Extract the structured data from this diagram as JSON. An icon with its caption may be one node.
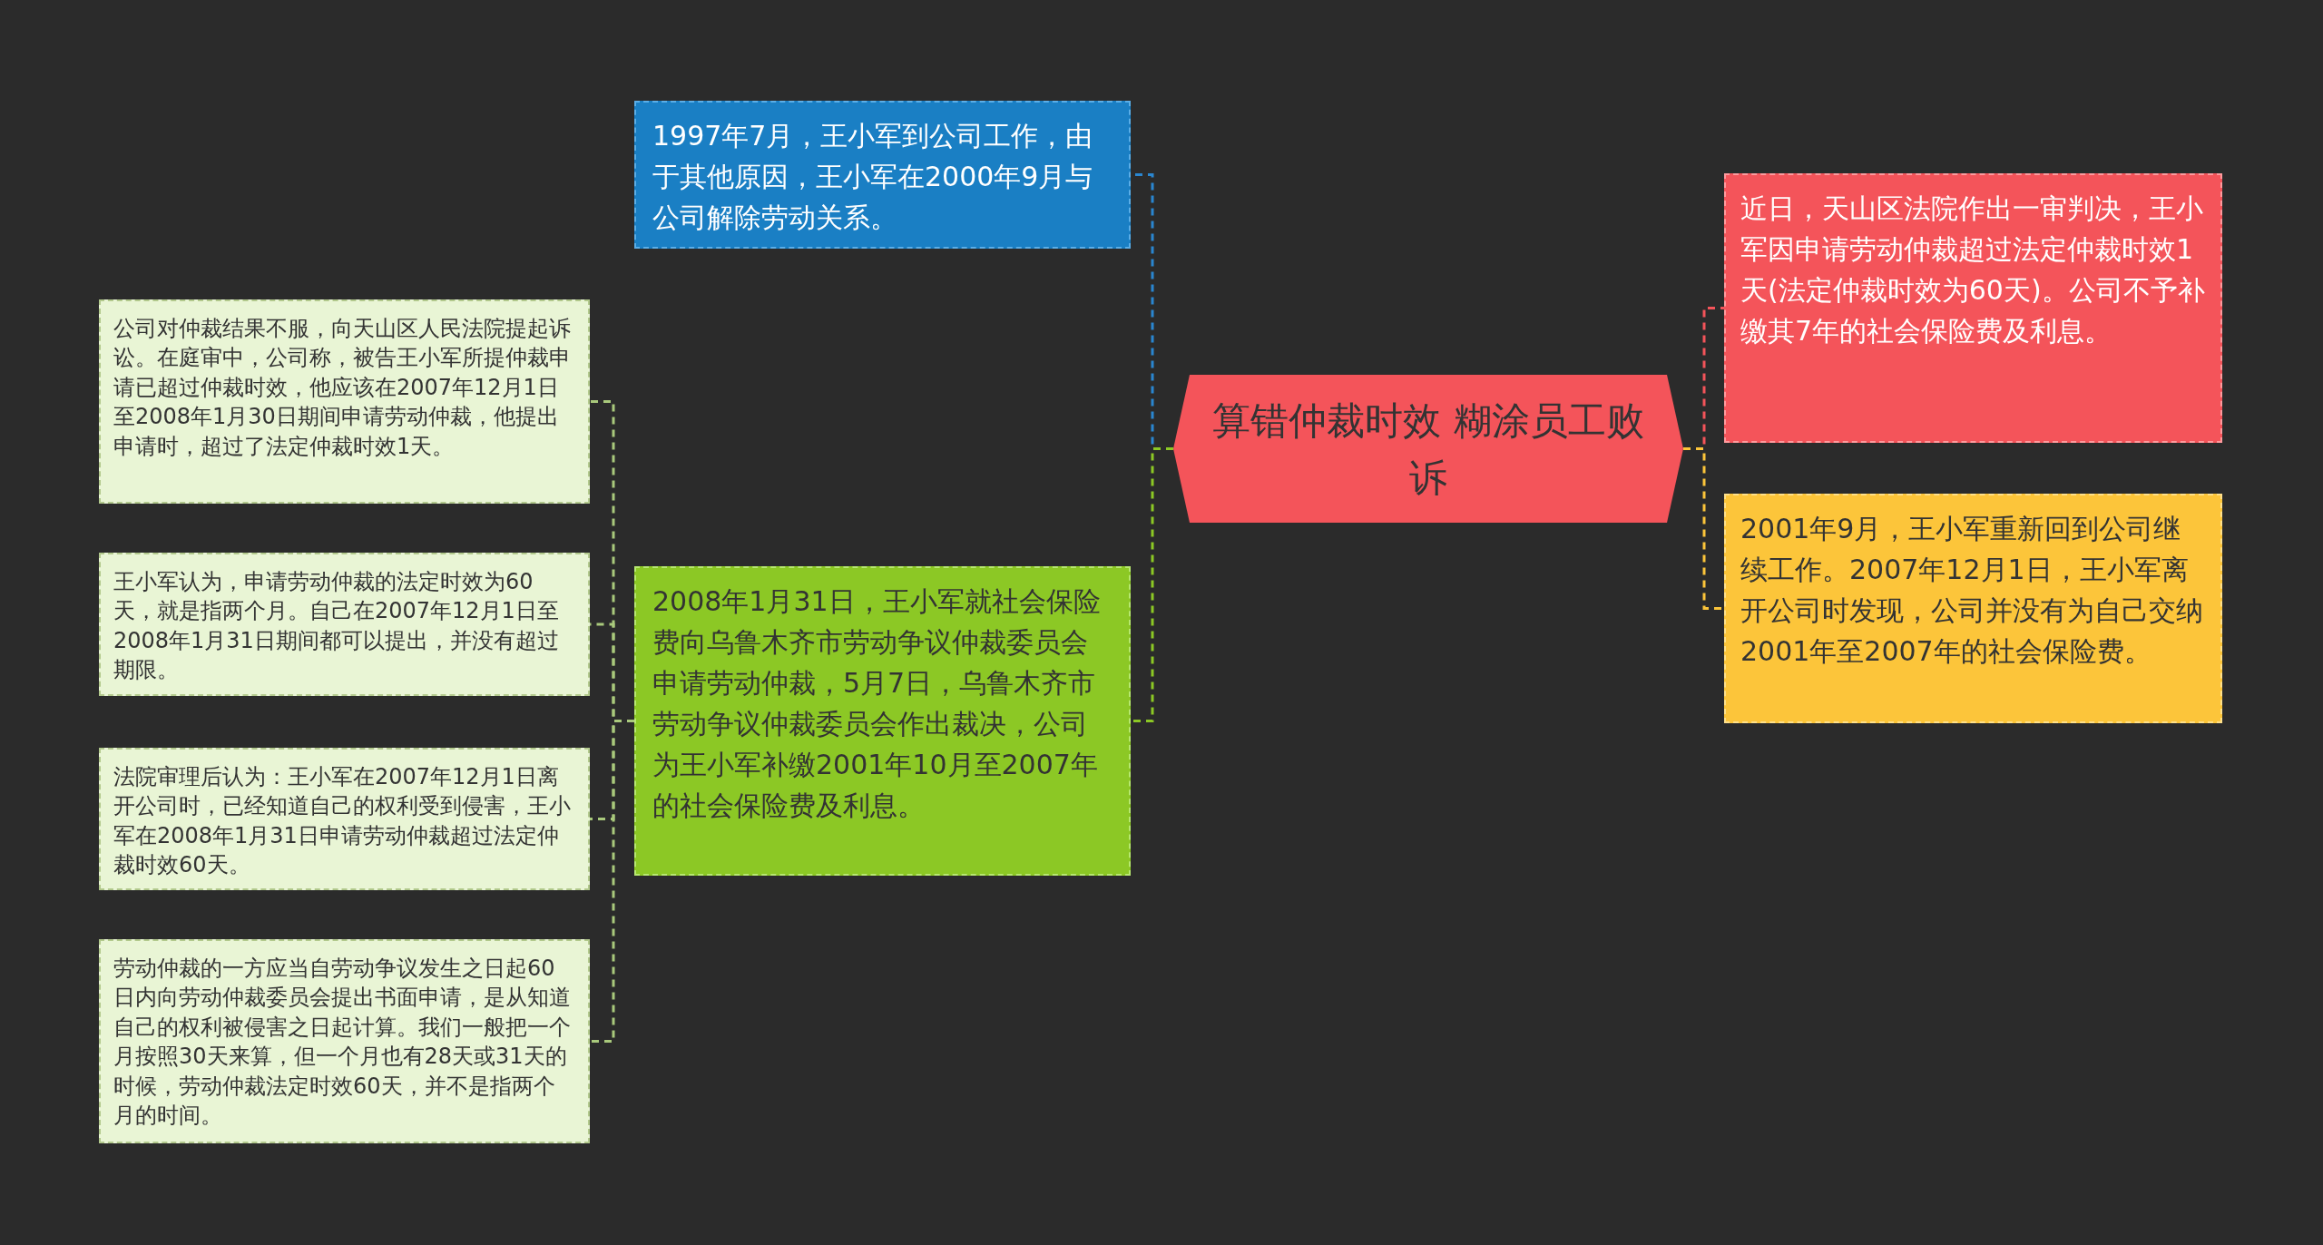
{
  "diagram": {
    "nodes": [
      {
        "text": [
          "算错仲裁时效 糊涂员工败诉"
        ]
      },
      {
        "text": [
          "1997年7月，王小军到公司工作，由于其他原因，王小军在2000年9月与公司解除劳动关系。"
        ]
      },
      {
        "text": [
          "2008年1月31日，王小军就社会保险费向乌鲁木齐市劳动争议仲裁委员会申请劳动仲裁，5月7日，乌鲁木齐市劳动争议仲裁委员会作出裁决，公司为王小军补缴2001年10月至2007年的社会保险费及利息。"
        ]
      },
      {
        "text": [
          "公司对仲裁结果不服，向天山区人民法院提起诉讼。在庭审中，公司称，被告王小军所提仲裁申请已超过仲裁时效，他应该在2007年12月1日至2008年1月30日期间申请劳动仲裁，他提出申请时，超过了法定仲裁时效1天。"
        ]
      },
      {
        "text": [
          "王小军认为，申请劳动仲裁的法定时效为60天，就是指两个月。自己在2007年12月1日至2008年1月31日期间都可以提出，并没有超过期限。"
        ]
      },
      {
        "text": [
          "法院审理后认为：王小军在2007年12月1日离开公司时，已经知道自己的权利受到侵害，王小军在2008年1月31日申请劳动仲裁超过法定仲裁时效60天。"
        ]
      },
      {
        "text": [
          "劳动仲裁的一方应当自劳动争议发生之日起60日内向劳动仲裁委员会提出书面申请，是从知道自己的权利被侵害之日起计算。我们一般把一个月按照30天来算，但一个月也有28天或31天的时候，劳动仲裁法定时效60天，并不是指两个月的时间。"
        ]
      },
      {
        "text": [
          "近日，天山区法院作出一审判决，王小军因申请劳动仲裁超过法定仲裁时效1天(法定仲裁时效为60天)。公司不予补缴其7年的社会保险费及利息。"
        ]
      },
      {
        "text": [
          "2001年9月，王小军重新回到公司继续工作。2007年12月1日，王小军离开公司时发现，公司并没有为自己交纳2001年至2007年的社会保险费。"
        ]
      }
    ],
    "edges": [
      {
        "from": 0,
        "to": 1,
        "arrow": "none",
        "color": "#2a86d0"
      },
      {
        "from": 0,
        "to": 2,
        "arrow": "none",
        "color": "#8cc825"
      },
      {
        "from": 2,
        "to": 3,
        "arrow": "none"
      },
      {
        "from": 2,
        "to": 4,
        "arrow": "none"
      },
      {
        "from": 2,
        "to": 5,
        "arrow": "none"
      },
      {
        "from": 2,
        "to": 6,
        "arrow": "none"
      },
      {
        "from": 0,
        "to": 7,
        "arrow": "none",
        "color": "#f4545a"
      },
      {
        "from": 0,
        "to": 8,
        "arrow": "none",
        "color": "#fcc53a"
      }
    ]
  }
}
